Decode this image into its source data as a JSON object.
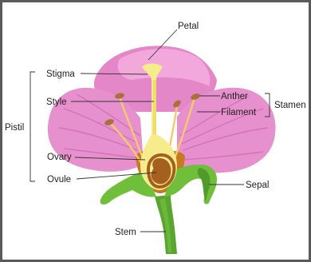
{
  "labels": {
    "petal": "Petal",
    "stigma": "Stigma",
    "style": "Style",
    "pistil": "Pistil",
    "ovary": "Ovary",
    "ovule": "Ovule",
    "anther": "Anther",
    "filament": "Filament",
    "stamen": "Stamen",
    "sepal": "Sepal",
    "stem": "Stem"
  },
  "colors": {
    "petal_light": "#f3a8dc",
    "petal_mid": "#e487c9",
    "petal_dark": "#c75aa9",
    "pistil": "#f7ec8c",
    "ovule": "#a5601f",
    "sepal": "#6fbf3a",
    "stem": "#5aa52f",
    "anther": "#a8713a",
    "line": "#333333"
  }
}
